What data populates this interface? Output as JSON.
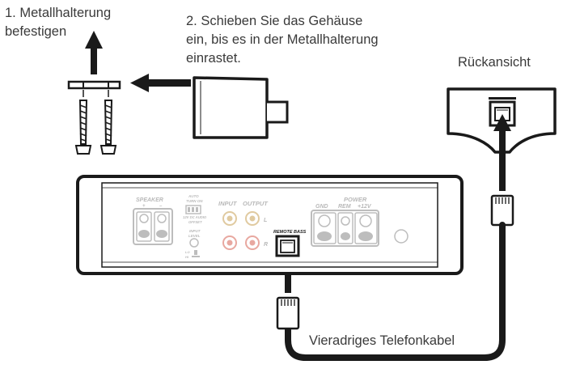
{
  "steps": {
    "step1": [
      "1. Metallhalterung",
      "befestigen"
    ],
    "step2": [
      "2. Schieben Sie das Gehäuse",
      "ein, bis es in der Metallhalterung",
      "einrastet."
    ]
  },
  "rear_view_label": "Rückansicht",
  "cable_label": "Vieradriges Telefonkabel",
  "panel": {
    "speaker": "SPEAKER",
    "speaker_plus": "+",
    "speaker_minus": "–",
    "auto_turn_on": [
      "AUTO",
      "TURN ON"
    ],
    "auto_modes": "12V  DC  AUDIO",
    "offset": "OFFSET",
    "input_level": [
      "INPUT",
      "LEVEL"
    ],
    "lo": "LO",
    "hi": "HI",
    "input": "INPUT",
    "output": "OUTPUT",
    "channel_left": "L",
    "channel_right": "R",
    "remote_bass": "REMOTE BASS",
    "power": "POWER",
    "gnd": "GND",
    "rem": "REM",
    "plus12v": "+12V"
  },
  "colors": {
    "stroke": "#1a1a1a",
    "panel_grey": "#bdbdbd",
    "rca_red": "#e8a8a0",
    "rca_gold": "#e0caa0"
  }
}
